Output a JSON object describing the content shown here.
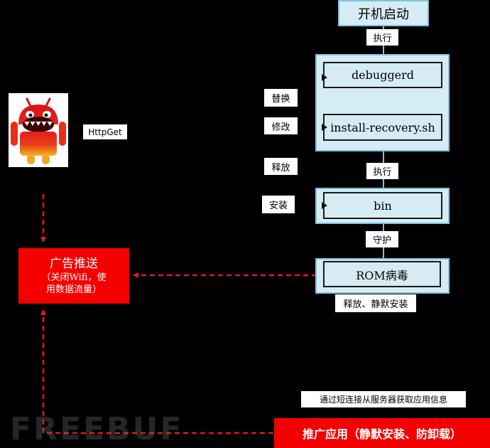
{
  "colors": {
    "background": "#000000",
    "node_fill": "#d6ecf5",
    "node_border": "#7fc0df",
    "arrow_red": "#e8161b",
    "box_red": "#f40000"
  },
  "nodes": {
    "boot": "开机启动",
    "debuggerd": "debuggerd",
    "install_recovery": "install-recovery.sh",
    "bin": "bin",
    "rom_virus": "ROM病毒"
  },
  "labels": {
    "execute_1": "执行",
    "replace": "替换",
    "modify": "修改",
    "release": "释放",
    "execute_2": "执行",
    "install": "安装",
    "guard": "守护",
    "release_silent_install": "释放、静默安装",
    "httpget": "HttpGet",
    "sms_connect": "通过短连接从服务器获取应用信息"
  },
  "ad_push": {
    "title": "广告推送",
    "subtitle_line1": "（关闭Wifi，使",
    "subtitle_line2": "用数据流量）"
  },
  "promote": {
    "title": "推广应用（静默安装、防卸载）"
  },
  "icons": {
    "android": "android-malware-robot-icon"
  },
  "watermark": "FREEBUF"
}
